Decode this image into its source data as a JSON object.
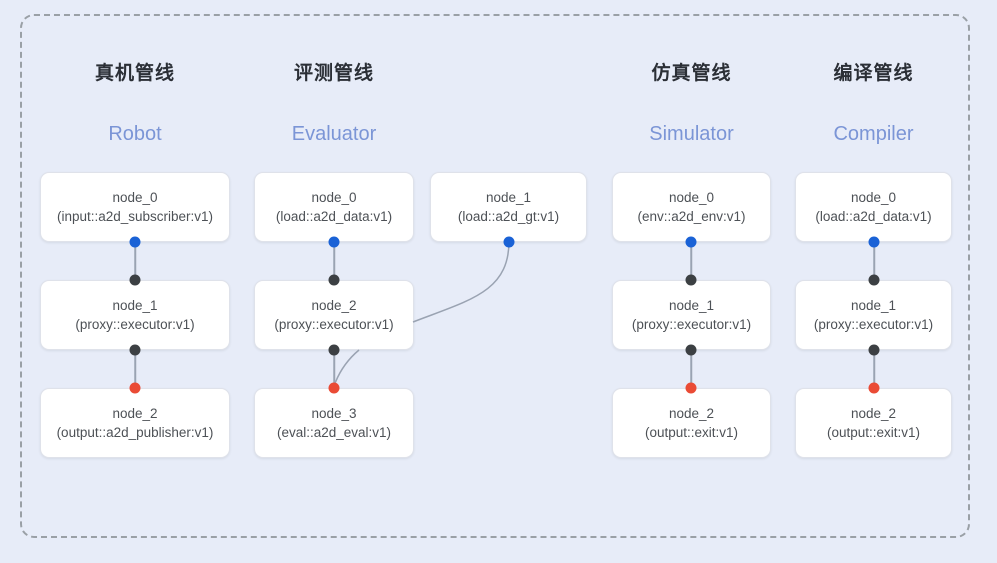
{
  "diagram": {
    "background_color": "#e7ecf8",
    "frame_border_color": "#9aa0a6",
    "accent_blue": "#1a62d6",
    "accent_red": "#ea4b35",
    "accent_dark": "#3c4043",
    "title_en_color": "#7b95d6",
    "edge_color": "#9aa3b2"
  },
  "columns": [
    {
      "title_cn": "真机管线",
      "title_en": "Robot",
      "nodes": [
        {
          "name": "node_0",
          "type": "(input::a2d_subscriber:v1)"
        },
        {
          "name": "node_1",
          "type": "(proxy::executor:v1)"
        },
        {
          "name": "node_2",
          "type": "(output::a2d_publisher:v1)"
        }
      ]
    },
    {
      "title_cn": "评测管线",
      "title_en": "Evaluator",
      "nodes": [
        {
          "name": "node_0",
          "type": "(load::a2d_data:v1)"
        },
        {
          "name": "node_2",
          "type": "(proxy::executor:v1)"
        },
        {
          "name": "node_3",
          "type": "(eval::a2d_eval:v1)"
        }
      ],
      "side_nodes": [
        {
          "name": "node_1",
          "type": "(load::a2d_gt:v1)"
        }
      ]
    },
    {
      "title_cn": "仿真管线",
      "title_en": "Simulator",
      "nodes": [
        {
          "name": "node_0",
          "type": "(env::a2d_env:v1)"
        },
        {
          "name": "node_1",
          "type": "(proxy::executor:v1)"
        },
        {
          "name": "node_2",
          "type": "(output::exit:v1)"
        }
      ]
    },
    {
      "title_cn": "编译管线",
      "title_en": "Compiler",
      "nodes": [
        {
          "name": "node_0",
          "type": "(load::a2d_data:v1)"
        },
        {
          "name": "node_1",
          "type": "(proxy::executor:v1)"
        },
        {
          "name": "node_2",
          "type": "(output::exit:v1)"
        }
      ]
    }
  ]
}
